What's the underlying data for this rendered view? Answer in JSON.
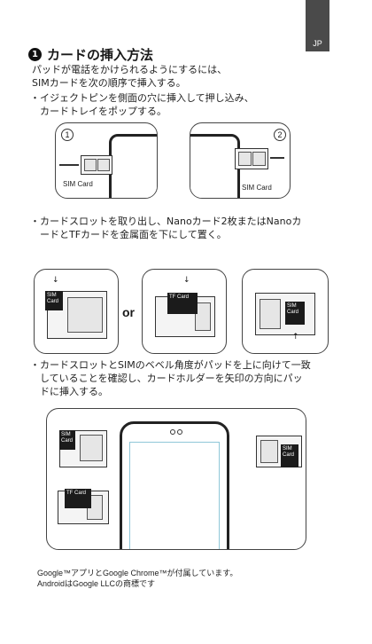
{
  "lang_tab": "JP",
  "heading": {
    "number": "1",
    "text": "カードの挿入方法"
  },
  "intro": [
    "パッドが電話をかけられるようにするには、",
    "SIMカードを次の順序で挿入する。"
  ],
  "steps": [
    {
      "lines": [
        "・イジェクトピンを側面の穴に挿入して押し込み、",
        "　カードトレイをポップする。"
      ]
    },
    {
      "lines": [
        "・カードスロットを取り出し、Nanoカード2枚またはNanoカ",
        "　ードとTFカードを金属面を下にして置く。"
      ]
    },
    {
      "lines": [
        "・カードスロットとSIMのベベル角度がパッドを上に向けて一致",
        "　していることを確認し、カードホルダーを矢印の方向にパッ",
        "　ドに挿入する。"
      ]
    }
  ],
  "fig1": {
    "left_num": "1",
    "right_num": "2",
    "left_caption": "SIM Card",
    "right_caption": "SIM Card"
  },
  "fig2": {
    "or_label": "or",
    "card1": [
      "SIM",
      "Card"
    ],
    "card2": "TF Card",
    "card3": [
      "SIM",
      "Card"
    ]
  },
  "fig3": {
    "card1": [
      "SIM",
      "Card"
    ],
    "card2": "TF Card",
    "card3": [
      "SIM",
      "Card"
    ]
  },
  "footer": [
    "Google™アプリとGoogle Chrome™が付属しています。",
    "AndroidはGoogle LLCの商標です"
  ]
}
